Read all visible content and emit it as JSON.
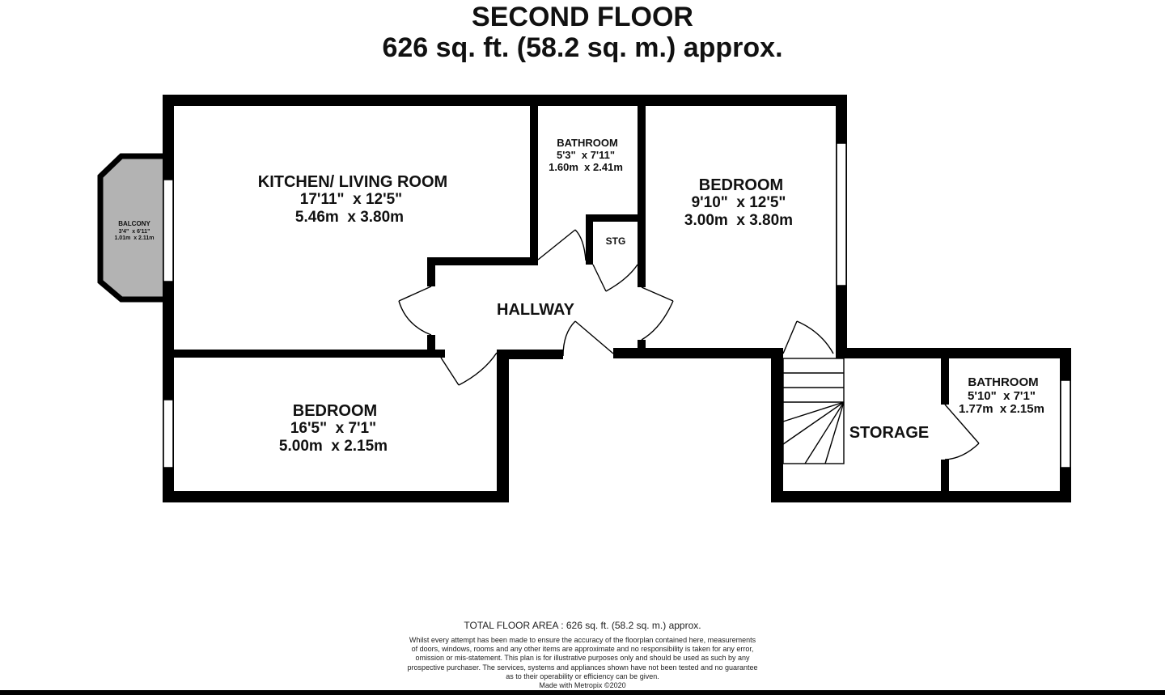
{
  "header": {
    "title": "SECOND FLOOR",
    "subtitle": "626 sq. ft. (58.2 sq. m.) approx."
  },
  "rooms": {
    "kitchen": {
      "name": "KITCHEN/ LIVING ROOM",
      "imperial": "17'11\"  x 12'5\"",
      "metric": "5.46m  x 3.80m"
    },
    "bathroom_top": {
      "name": "BATHROOM",
      "imperial": "5'3\"  x 7'11\"",
      "metric": "1.60m  x 2.41m"
    },
    "bedroom_right": {
      "name": "BEDROOM",
      "imperial": "9'10\"  x 12'5\"",
      "metric": "3.00m  x 3.80m"
    },
    "balcony": {
      "name": "BALCONY",
      "imperial": "3'4\"  x 6'11\"",
      "metric": "1.01m  x 2.11m"
    },
    "stg": {
      "name": "STG"
    },
    "hallway": {
      "name": "HALLWAY"
    },
    "bedroom_bottom": {
      "name": "BEDROOM",
      "imperial": "16'5\"  x 7'1\"",
      "metric": "5.00m  x 2.15m"
    },
    "storage": {
      "name": "STORAGE"
    },
    "bathroom_right": {
      "name": "BATHROOM",
      "imperial": "5'10\"  x 7'1\"",
      "metric": "1.77m  x 2.15m"
    }
  },
  "footer": {
    "total": "TOTAL FLOOR AREA : 626 sq. ft. (58.2 sq. m.) approx.",
    "disclaimer": [
      "Whilst every attempt has been made to ensure the accuracy of the floorplan contained here, measurements",
      "of doors, windows, rooms and any other items are approximate and no responsibility is taken for any error,",
      "omission or mis-statement. This plan is for illustrative purposes only and should be used as such by any",
      "prospective purchaser. The services, systems and appliances shown have not been tested and no guarantee",
      "as to their operability or efficiency can be given."
    ],
    "credit": "Made with Metropix ©2020"
  },
  "colors": {
    "wall": "#000000",
    "balcony_fill": "#b3b3b3",
    "window_fill": "#ffffff",
    "background": "#ffffff"
  }
}
